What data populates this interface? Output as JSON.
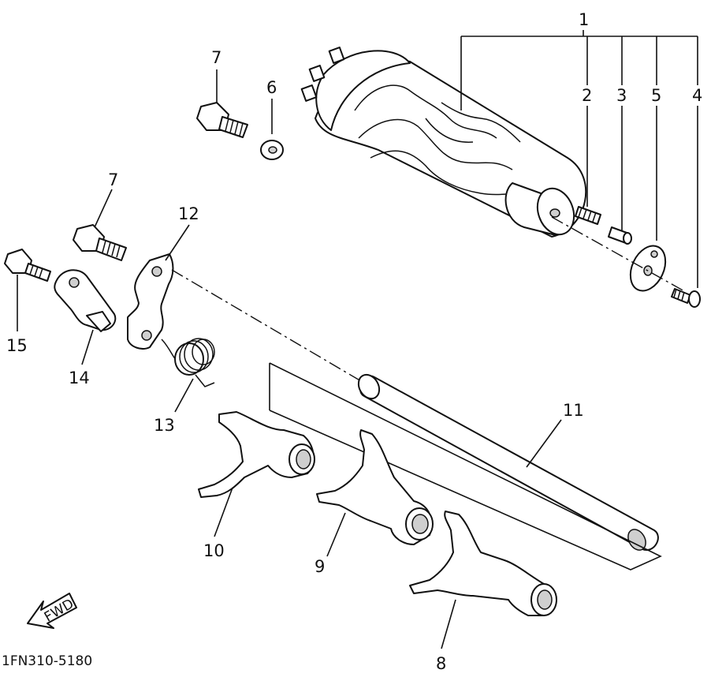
{
  "diagram": {
    "reference_code": "1FN310-5180",
    "direction_label": "FWD",
    "callouts": [
      {
        "id": "1",
        "label": "1"
      },
      {
        "id": "2",
        "label": "2"
      },
      {
        "id": "3",
        "label": "3"
      },
      {
        "id": "4",
        "label": "4"
      },
      {
        "id": "5",
        "label": "5"
      },
      {
        "id": "6",
        "label": "6"
      },
      {
        "id": "7a",
        "label": "7"
      },
      {
        "id": "7b",
        "label": "7"
      },
      {
        "id": "8",
        "label": "8"
      },
      {
        "id": "9",
        "label": "9"
      },
      {
        "id": "10",
        "label": "10"
      },
      {
        "id": "11",
        "label": "11"
      },
      {
        "id": "12",
        "label": "12"
      },
      {
        "id": "13",
        "label": "13"
      },
      {
        "id": "14",
        "label": "14"
      },
      {
        "id": "15",
        "label": "15"
      }
    ]
  }
}
